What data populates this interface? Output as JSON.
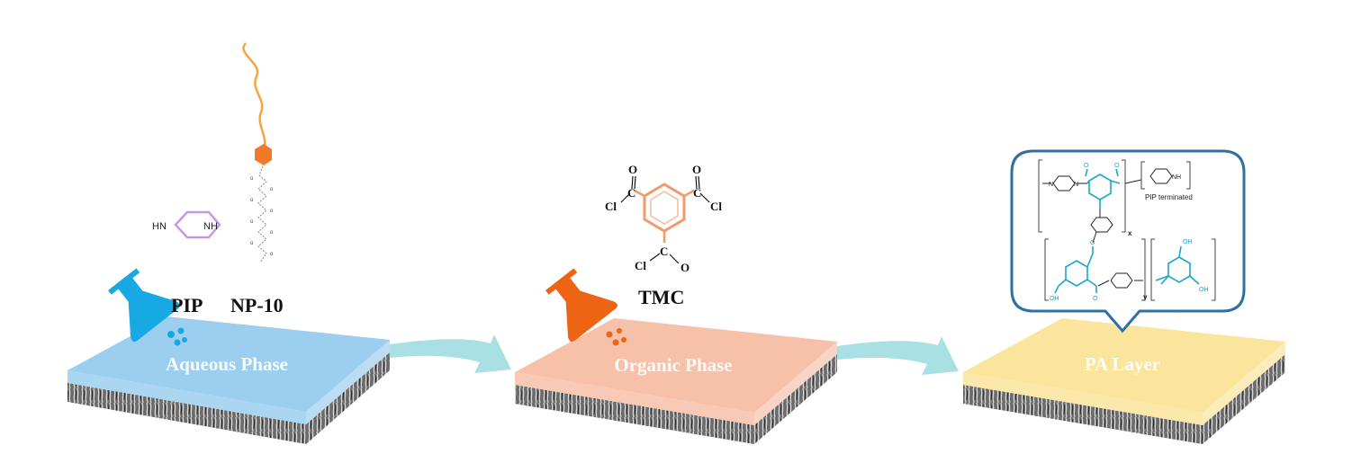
{
  "stages": [
    {
      "id": "aqueous",
      "label": "Aqueous Phase",
      "color": "#9ccfef"
    },
    {
      "id": "organic",
      "label": "Organic Phase",
      "color": "#f7c1a9"
    },
    {
      "id": "pa",
      "label": "PA Layer",
      "color": "#fbe49b"
    }
  ],
  "reagents": {
    "pip": {
      "label": "PIP",
      "hn": "HN",
      "nh": "NH",
      "color": "#c896e6"
    },
    "np10": {
      "label": "NP-10",
      "color": "#f5a641",
      "ring_color": "#f07a2a"
    },
    "tmc": {
      "label": "TMC",
      "cl": "Cl",
      "c": "C",
      "o": "O",
      "color": "#f39a6a"
    }
  },
  "flask_colors": {
    "aqueous": "#17a9e3",
    "organic": "#ec6414"
  },
  "arrow_color": "#a8e0e4",
  "membrane_color": "#5a5a5a",
  "callout": {
    "border_color": "#2f6fa3",
    "chem_color": "#1ba6c9",
    "n": "N",
    "nh": "NH",
    "oh": "OH",
    "o": "O",
    "pip_terminated": "PIP terminated",
    "x": "x",
    "y": "y"
  }
}
